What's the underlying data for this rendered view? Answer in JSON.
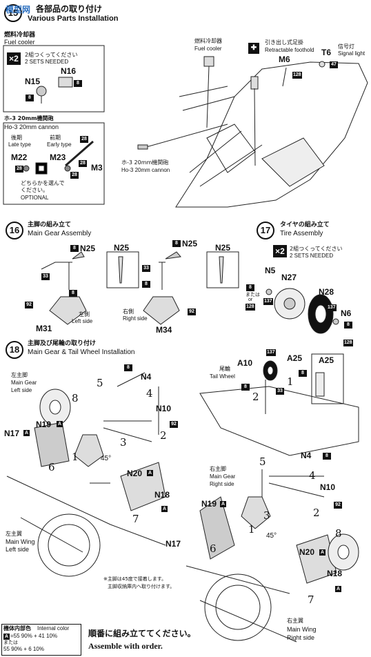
{
  "header": {
    "step": "15",
    "title_jp": "各部品の取り付け",
    "title_en": "Various Parts Installation",
    "watermark": "模型网"
  },
  "fuel_cooler_box": {
    "label_jp": "燃料冷却器",
    "label_en": "Fuel cooler",
    "qty": "×2",
    "qty_jp": "2組つくってください",
    "qty_en": "2 SETS NEEDED",
    "p1": "N16",
    "p2": "N15",
    "c1": "8",
    "c2": "8"
  },
  "cannon_box": {
    "label_jp": "ホ-3 20mm機関砲",
    "label_en": "Ho-3 20mm cannon",
    "late_jp": "後期",
    "late_en": "Late type",
    "early_jp": "前期",
    "early_en": "Early type",
    "p_late": "M22",
    "p_early": "M23",
    "p_m3": "M3",
    "c1": "28",
    "c2": "28",
    "c3": "28",
    "c4": "28",
    "choose_jp": "どちらかを選んで",
    "choose_jp2": "ください。",
    "optional": "OPTIONAL"
  },
  "top_callouts": {
    "fuel_jp": "燃料冷却器",
    "fuel_en": "Fuel cooler",
    "foothold_jp": "引き出し式足掛",
    "foothold_en": "Retractable foothold",
    "signal_jp": "信号灯",
    "signal_en": "Signal light",
    "m6": "M6",
    "t6": "T6",
    "c128": "128",
    "c47": "47",
    "cannon_jp": "ホ-3 20mm機関砲",
    "cannon_en": "Ho-3 20mm cannon"
  },
  "step16": {
    "num": "16",
    "title_jp": "主脚の組み立て",
    "title_en": "Main Gear Assembly",
    "n25a": "N25",
    "n25b": "N25",
    "n25c": "N25",
    "n25d": "N25",
    "c8a": "8",
    "c33a": "33",
    "c8b": "8",
    "c92a": "92",
    "m31": "M31",
    "left_jp": "左側",
    "left_en": "Left side",
    "c8c": "8",
    "c33b": "33",
    "c8d": "8",
    "c92b": "92",
    "m34": "M34",
    "right_jp": "右側",
    "right_en": "Right side"
  },
  "step17": {
    "num": "17",
    "title_jp": "タイヤの組み立て",
    "title_en": "Tire Assembly",
    "qty": "×2",
    "qty_jp": "2組つくってください",
    "qty_en": "2 SETS NEEDED",
    "n5": "N5",
    "n27": "N27",
    "n28": "N28",
    "n6": "N6",
    "c8": "8",
    "or_jp": "または",
    "or_en": "or",
    "c128": "128",
    "c137a": "137",
    "c137b": "137",
    "c8b": "8",
    "c128b": "128"
  },
  "step18": {
    "num": "18",
    "title_jp": "主脚及び尾輪の取り付け",
    "title_en": "Main Gear & Tail Wheel Installation",
    "lg_jp": "左主脚",
    "lg_en1": "Main Gear",
    "lg_en2": "Left side",
    "n4": "N4",
    "n10": "N10",
    "n19": "N19",
    "n17": "N17",
    "n20": "N20",
    "n18": "N18",
    "deg": "45°",
    "c8": "8",
    "c92": "92",
    "a": "A",
    "lw_jp": "左主翼",
    "lw_en1": "Main Wing",
    "lw_en2": "Left side",
    "note1": "※主脚は45度で接着します。",
    "note2": "主脚収納庫内へ取り付けます。",
    "tw_jp": "尾輪",
    "tw_en": "Tail Wheel",
    "a10": "A10",
    "a25": "A25",
    "a25b": "A25",
    "c137": "137",
    "c8t": "8",
    "c33t": "33",
    "rg_jp": "右主脚",
    "rg_en1": "Main Gear",
    "rg_en2": "Right side",
    "rn4": "N4",
    "rn10": "N10",
    "rn19": "N19",
    "rn17": "N17",
    "rn20": "N20",
    "rn18": "N18",
    "rdeg": "45°",
    "rc8": "8",
    "rc92": "92",
    "rw_jp": "右主翼",
    "rw_en1": "Main Wing",
    "rw_en2": "Right side",
    "steps_left": [
      "5",
      "4",
      "8",
      "3",
      "2",
      "1",
      "6",
      "7"
    ],
    "steps_right": [
      "5",
      "4",
      "3",
      "2",
      "1",
      "8",
      "6",
      "7"
    ],
    "steps_tail": [
      "2",
      "1"
    ]
  },
  "footer": {
    "color_jp": "機体内部色",
    "color_en": "Internal color",
    "line1": "=55 90% + 41 10%",
    "line2": "55 90% + 6 10%",
    "or": "または",
    "a": "A",
    "order_jp": "順番に組み立ててください。",
    "order_en": "Assemble with order."
  }
}
